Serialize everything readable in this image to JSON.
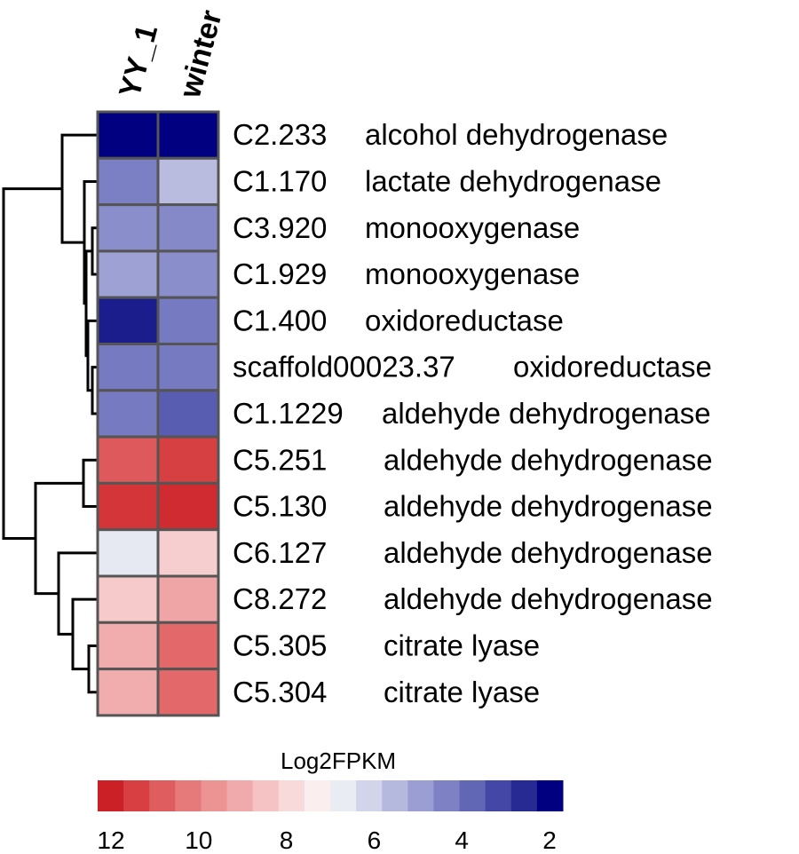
{
  "chart_data": {
    "type": "heatmap",
    "columns": [
      "YY_1",
      "winter"
    ],
    "rows": [
      {
        "id": "C2.233",
        "gene": "alcohol dehydrogenase",
        "values": [
          2.0,
          2.0
        ]
      },
      {
        "id": "C1.170",
        "gene": "lactate dehydrogenase",
        "values": [
          4.3,
          5.6
        ]
      },
      {
        "id": "C3.920",
        "gene": "monooxygenase",
        "values": [
          4.6,
          4.5
        ]
      },
      {
        "id": "C1.929",
        "gene": "monooxygenase",
        "values": [
          5.0,
          4.6
        ]
      },
      {
        "id": "C1.400",
        "gene": "oxidoreductase",
        "values": [
          2.4,
          4.2
        ]
      },
      {
        "id": "scaffold00023.37",
        "gene": "oxidoreductase",
        "values": [
          4.2,
          4.2
        ]
      },
      {
        "id": "C1.1229",
        "gene": "aldehyde dehydrogenase",
        "values": [
          4.2,
          3.6
        ]
      },
      {
        "id": "C5.251",
        "gene": "aldehyde dehydrogenase",
        "values": [
          10.9,
          11.4
        ]
      },
      {
        "id": "C5.130",
        "gene": "aldehyde dehydrogenase",
        "values": [
          11.6,
          11.8
        ]
      },
      {
        "id": "C6.127",
        "gene": "aldehyde dehydrogenase",
        "values": [
          6.6,
          8.2
        ]
      },
      {
        "id": "C8.272",
        "gene": "aldehyde dehydrogenase",
        "values": [
          8.3,
          9.2
        ]
      },
      {
        "id": "C5.305",
        "gene": "citrate lyase",
        "values": [
          9.0,
          10.6
        ]
      },
      {
        "id": "C5.304",
        "gene": "citrate lyase",
        "values": [
          9.0,
          10.6
        ]
      }
    ],
    "legend": {
      "title": "Log2FPKM",
      "ticks": [
        "12",
        "10",
        "8",
        "6",
        "4",
        "2"
      ],
      "min": 2,
      "max": 12,
      "colors": [
        "#cc2027",
        "#d73f42",
        "#df5d5f",
        "#e6797a",
        "#ec9394",
        "#f0aaab",
        "#f5c3c4",
        "#f8dadb",
        "#fbeeee",
        "#eaecf4",
        "#d2d4e9",
        "#b6b9de",
        "#9a9ed2",
        "#7e82c5",
        "#6166b5",
        "#4447a6",
        "#272a93",
        "#000080"
      ]
    },
    "dendrogram": true,
    "row_order_clusters": [
      [
        0
      ],
      [
        1,
        2,
        3,
        4,
        5,
        6
      ],
      [
        7,
        8
      ],
      [
        9,
        10,
        11,
        12
      ]
    ]
  }
}
